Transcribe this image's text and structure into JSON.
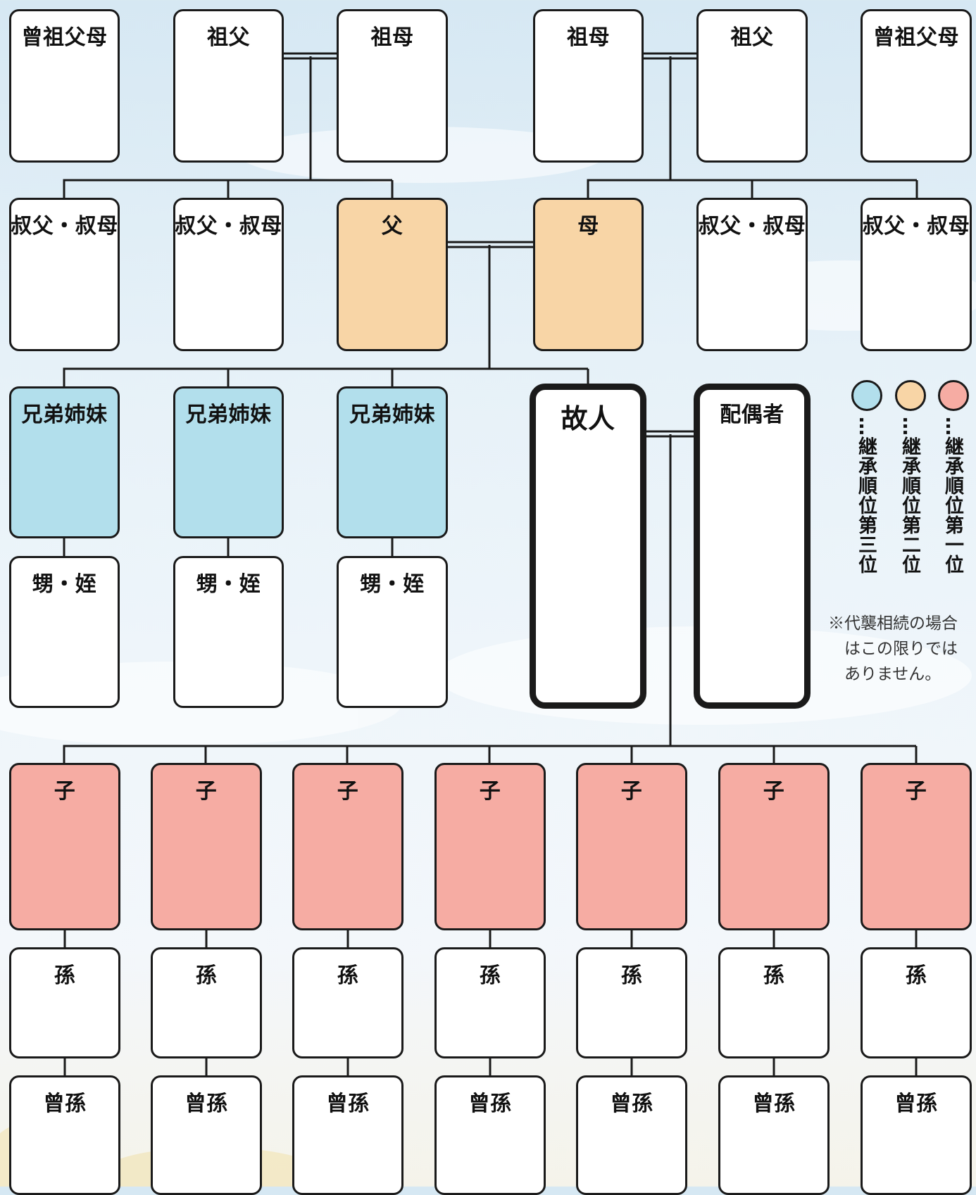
{
  "colors": {
    "first_rank": "#f6aca3",
    "second_rank": "#f8d5a6",
    "third_rank": "#b2dfec",
    "plain": "#ffffff",
    "line": "#1a1a1a"
  },
  "family_tree": {
    "great_grandparents_left": "曾祖父母",
    "paternal_grandfather": "祖父",
    "paternal_grandmother": "祖母",
    "maternal_grandmother": "祖母",
    "maternal_grandfather": "祖父",
    "great_grandparents_right": "曾祖父母",
    "uncle_aunt_1": "叔父・叔母",
    "uncle_aunt_2": "叔父・叔母",
    "father": "父",
    "mother": "母",
    "uncle_aunt_3": "叔父・叔母",
    "uncle_aunt_4": "叔父・叔母",
    "sibling_1": "兄弟姉妹",
    "sibling_2": "兄弟姉妹",
    "sibling_3": "兄弟姉妹",
    "deceased": "故人",
    "spouse": "配偶者",
    "nephew_niece_1": "甥・姪",
    "nephew_niece_2": "甥・姪",
    "nephew_niece_3": "甥・姪",
    "children": [
      "子",
      "子",
      "子",
      "子",
      "子",
      "子",
      "子"
    ],
    "grandchildren": [
      "孫",
      "孫",
      "孫",
      "孫",
      "孫",
      "孫",
      "孫"
    ],
    "great_grandchildren": [
      "曾孫",
      "曾孫",
      "曾孫",
      "曾孫",
      "曾孫",
      "曾孫",
      "曾孫"
    ]
  },
  "legend": {
    "third": "…継承順位第三位",
    "second": "…継承順位第二位",
    "first": "…継承順位第一位"
  },
  "note": "※代襲相続の場合\n　はこの限りでは\n　ありません。"
}
